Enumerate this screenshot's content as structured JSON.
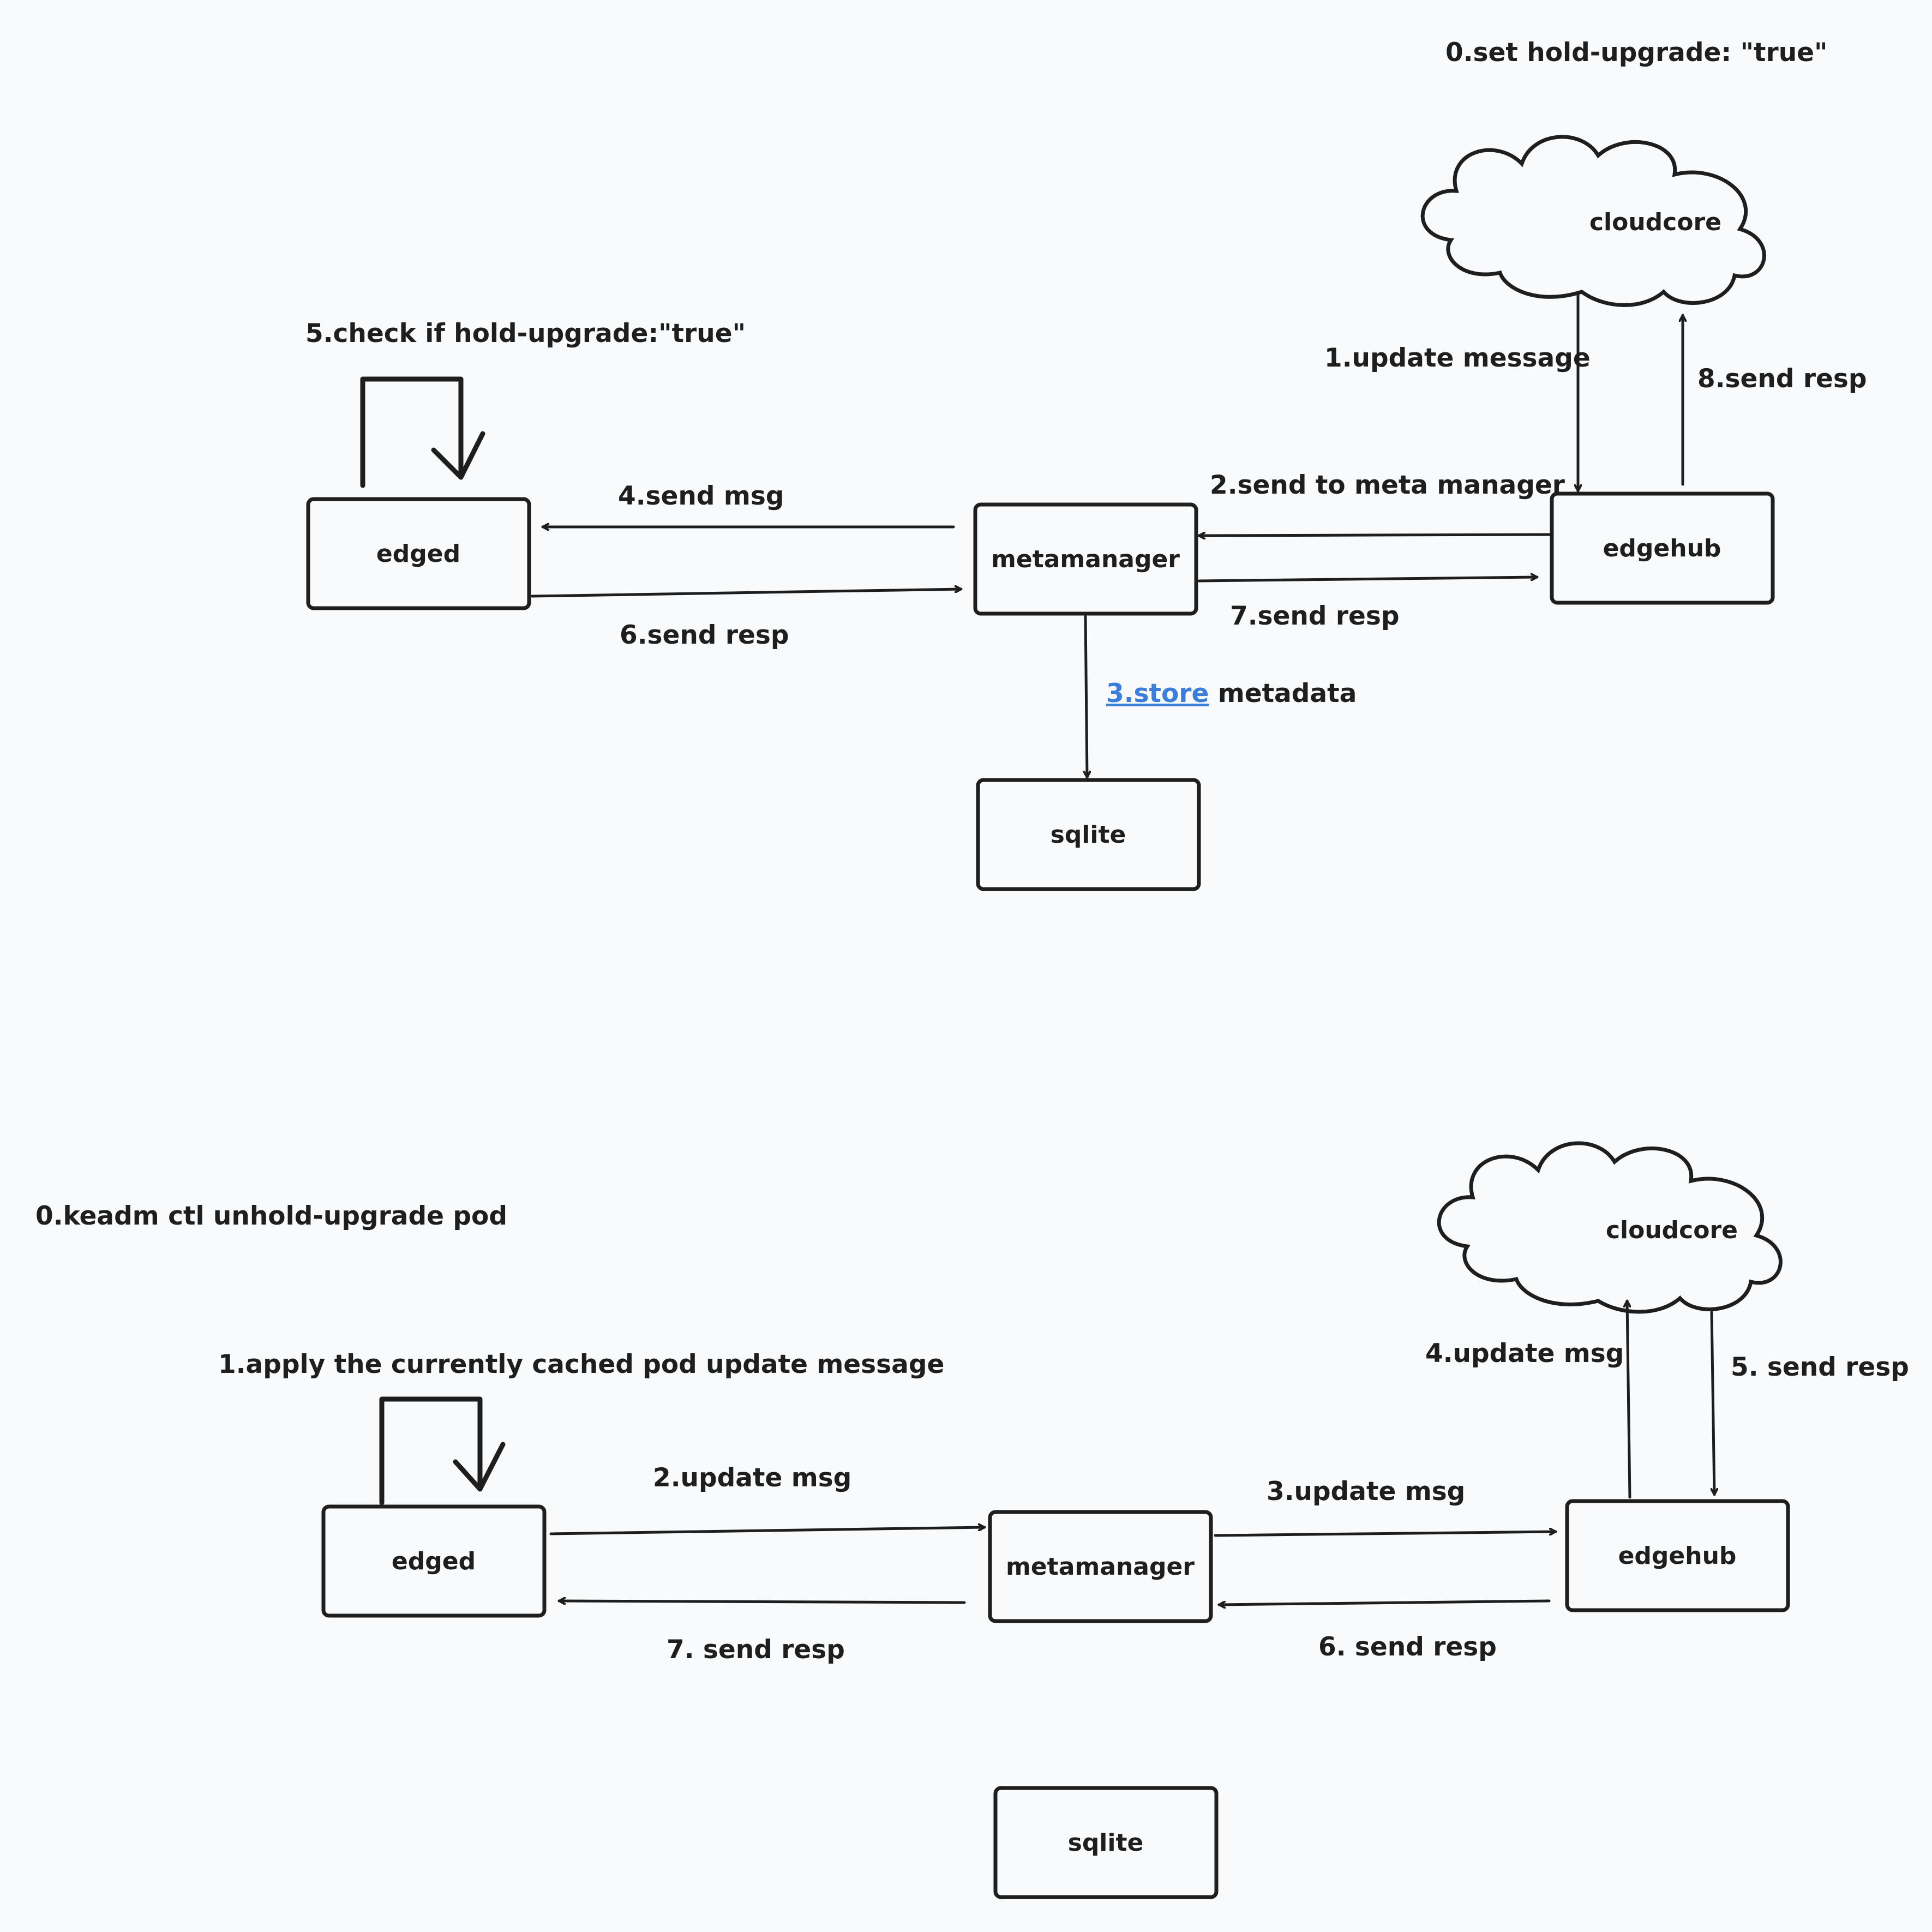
{
  "colors": {
    "background": "#f9fafb",
    "stroke": "#1e1e1e",
    "link": "#3b7ddd"
  },
  "top": {
    "title": "0.set hold-upgrade: \"true\"",
    "nodes": {
      "cloudcore": "cloudcore",
      "edgehub": "edgehub",
      "metamanager": "metamanager",
      "edged": "edged",
      "sqlite": "sqlite"
    },
    "edges": {
      "e1": "1.update message",
      "e2": "2.send to meta manager",
      "e3_link": "3.store",
      "e3_rest": " metadata",
      "e4": "4.send msg",
      "e5": "5.check if hold-upgrade:\"true\"",
      "e6": "6.send resp",
      "e7": "7.send resp",
      "e8": "8.send resp"
    }
  },
  "bottom": {
    "title": "0.keadm ctl unhold-upgrade pod",
    "nodes": {
      "cloudcore": "cloudcore",
      "edgehub": "edgehub",
      "metamanager": "metamanager",
      "edged": "edged",
      "sqlite": "sqlite"
    },
    "edges": {
      "e1": "1.apply the currently cached pod update message",
      "e2": "2.update msg",
      "e3": "3.update msg",
      "e4": "4.update msg",
      "e5": "5. send resp",
      "e6": "6. send resp",
      "e7": "7. send resp"
    }
  }
}
